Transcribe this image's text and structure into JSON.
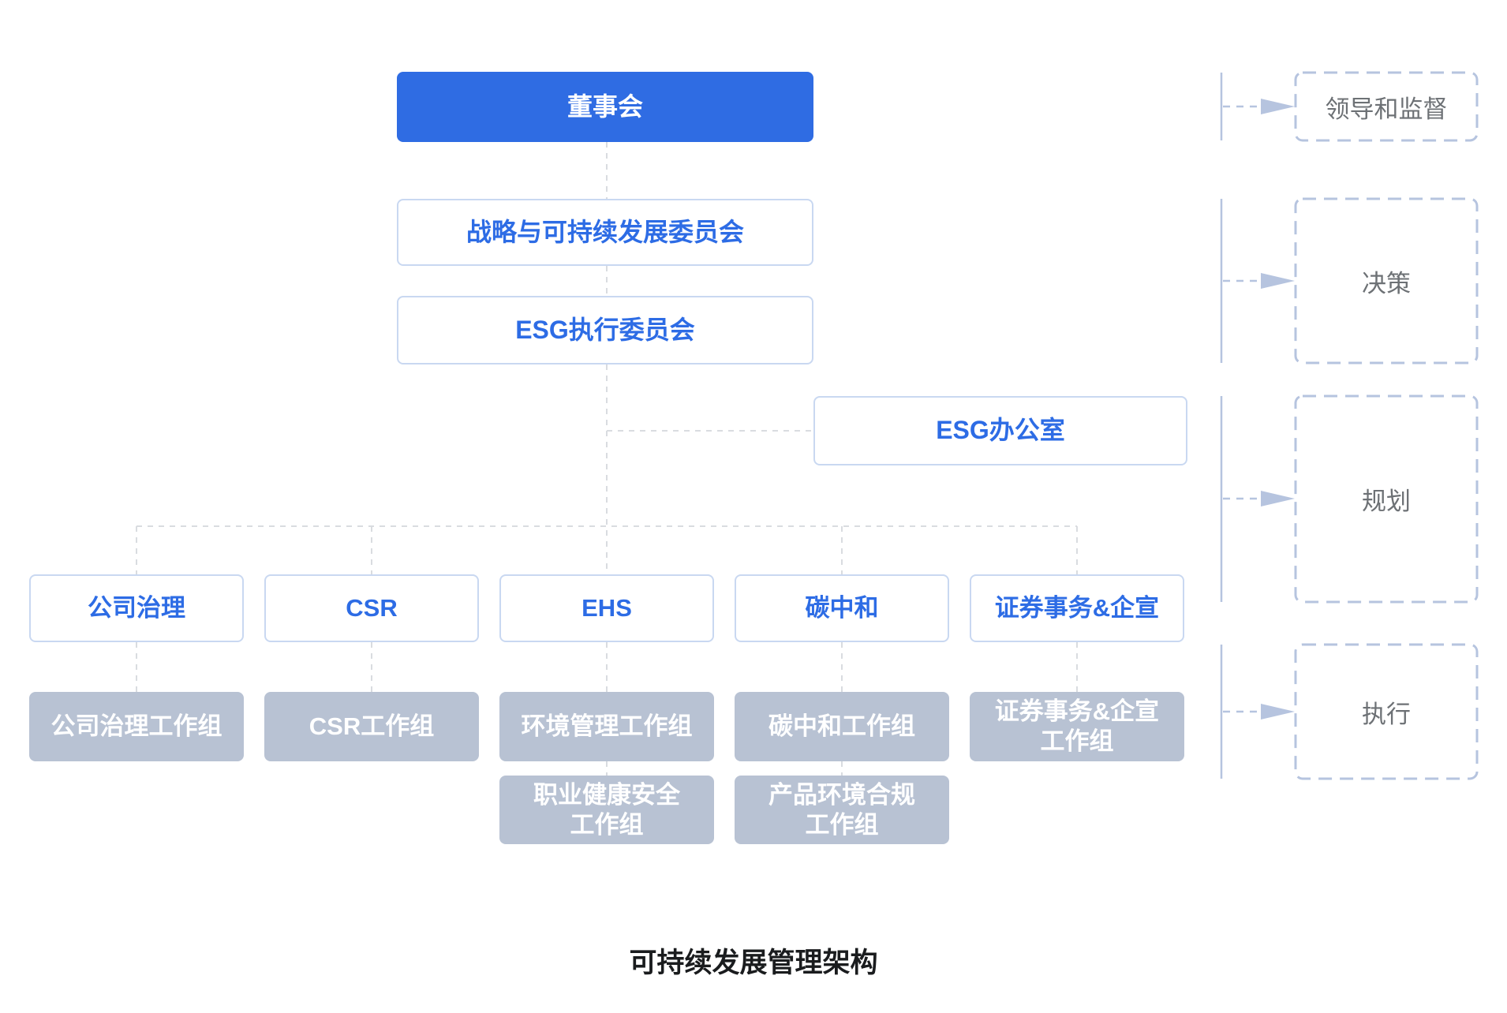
{
  "title": "可持续发展管理架构",
  "org": {
    "board": {
      "label": "董事会"
    },
    "committees": [
      {
        "label": "战略与可持续发展委员会"
      },
      {
        "label": "ESG执行委员会"
      }
    ],
    "office": {
      "label": "ESG办公室"
    },
    "departments": [
      {
        "label": "公司治理"
      },
      {
        "label": "CSR"
      },
      {
        "label": "EHS"
      },
      {
        "label": "碳中和"
      },
      {
        "label": "证券事务&企宣"
      }
    ],
    "workgroups_row1": [
      {
        "label": "公司治理工作组"
      },
      {
        "label": "CSR工作组"
      },
      {
        "label": "环境管理工作组"
      },
      {
        "label": "碳中和工作组"
      },
      {
        "label": "证券事务&企宣\n工作组"
      }
    ],
    "workgroups_row2": [
      {
        "label": "职业健康安全\n工作组"
      },
      {
        "label": "产品环境合规\n工作组"
      }
    ]
  },
  "stages": [
    {
      "label": "领导和监督"
    },
    {
      "label": "决策"
    },
    {
      "label": "规划"
    },
    {
      "label": "执行"
    }
  ],
  "colors": {
    "primary_blue": "#2F6CE3",
    "blue_text": "#2D6CE5",
    "light_blue_border": "#C9D8F1",
    "gray_box_fill": "#B8C2D3",
    "tree_connector_gray": "#D9DCE0",
    "stage_accent": "#B6C4DF",
    "stage_text": "#6D7175",
    "title_text": "#1A1C1E"
  }
}
